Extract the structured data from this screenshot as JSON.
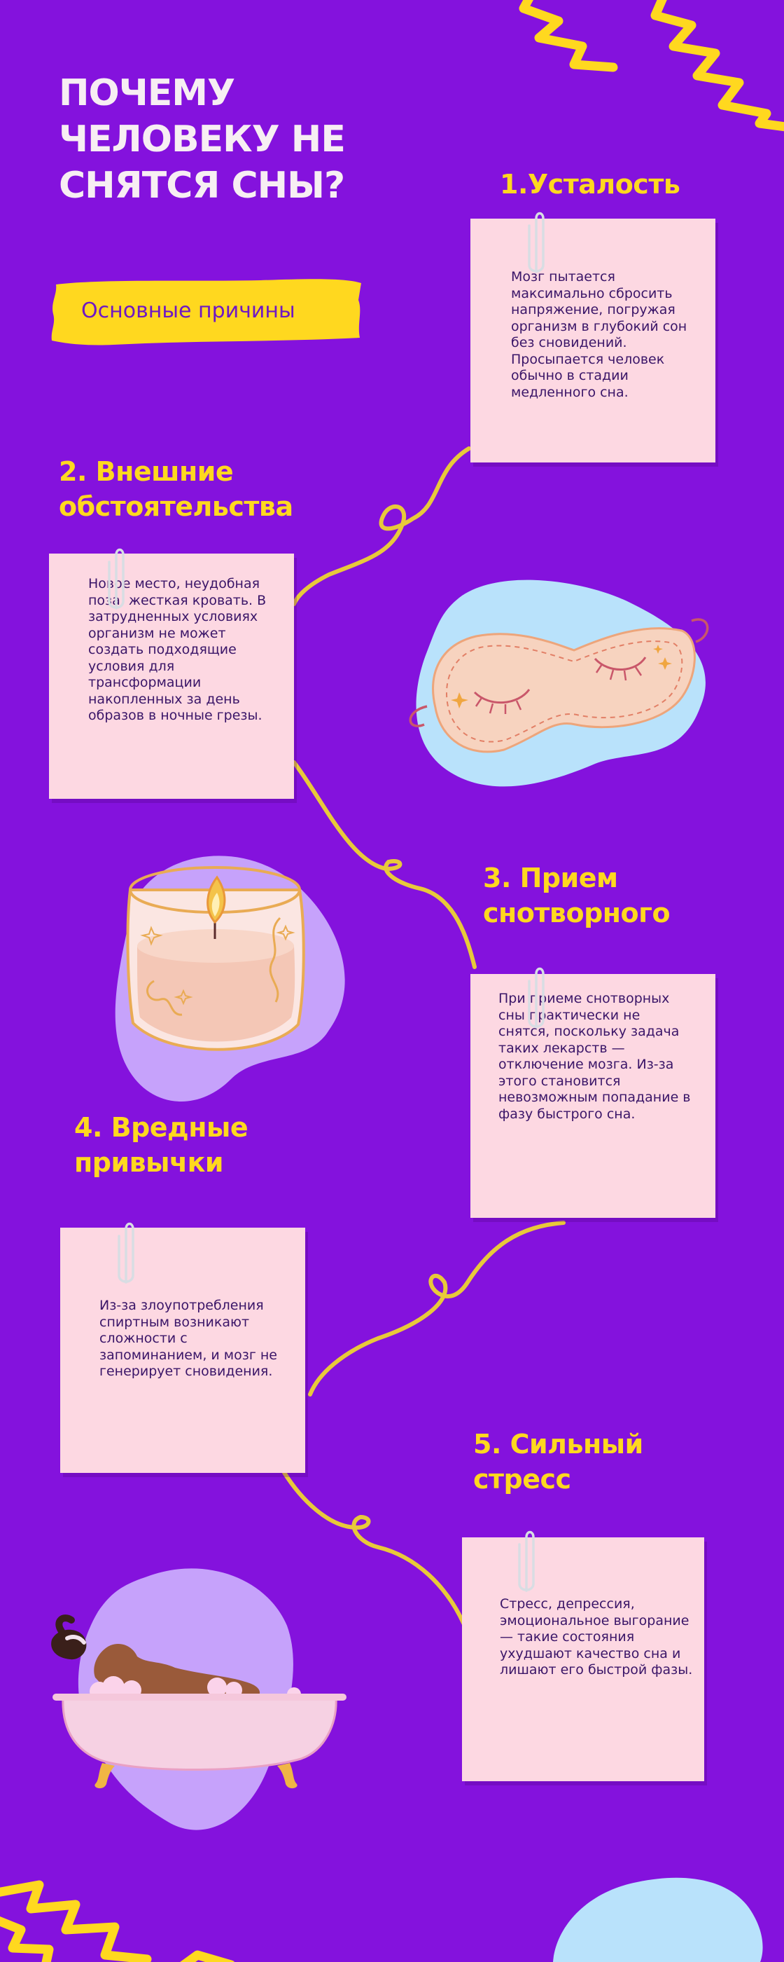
{
  "title": {
    "line1": "ПОЧЕМУ",
    "line2": "ЧЕЛОВЕКУ НЕ",
    "line3": "СНЯТСЯ СНЫ?"
  },
  "subtitle": "Основные причины",
  "reasons": [
    {
      "heading": [
        "1.Усталость"
      ],
      "text": "Мозг пытается максимально сбросить напряжение, погружая организм в глубокий сон без сновидений. Просыпается человек обычно в стадии медленного сна."
    },
    {
      "heading": [
        "2. Внешние",
        "обстоятельства"
      ],
      "text": "Новое место, неудобная поза, жесткая кровать. В затрудненных условиях организм не может создать подходящие условия для трансформации накопленных за день образов в ночные грезы."
    },
    {
      "heading": [
        "3. Прием",
        "снотворного"
      ],
      "text": "При приеме снотворных сны практически не снятся, поскольку задача таких лекарств — отключение мозга. Из-за этого становится невозможным попадание в фазу быстрого сна."
    },
    {
      "heading": [
        "4. Вредные",
        "привычки"
      ],
      "text": "Из-за злоупотребления спиртным возникают сложности с запоминанием, и мозг не генерирует сновидения."
    },
    {
      "heading": [
        "5. Сильный",
        "стресс"
      ],
      "text": "Стресс, депрессия, эмоциональное выгорание — такие состояния ухудшают качество сна и лишают его быстрой фазы."
    }
  ],
  "colors": {
    "background": "#8412dd",
    "accent": "#ffd81f",
    "note": "#fdd8e2",
    "note_text": "#3a1568",
    "blob_blue": "#b9e2fb",
    "blob_lilac": "#c6a2fb"
  },
  "icons": [
    "sleep-mask-icon",
    "candle-icon",
    "bathtub-icon"
  ]
}
